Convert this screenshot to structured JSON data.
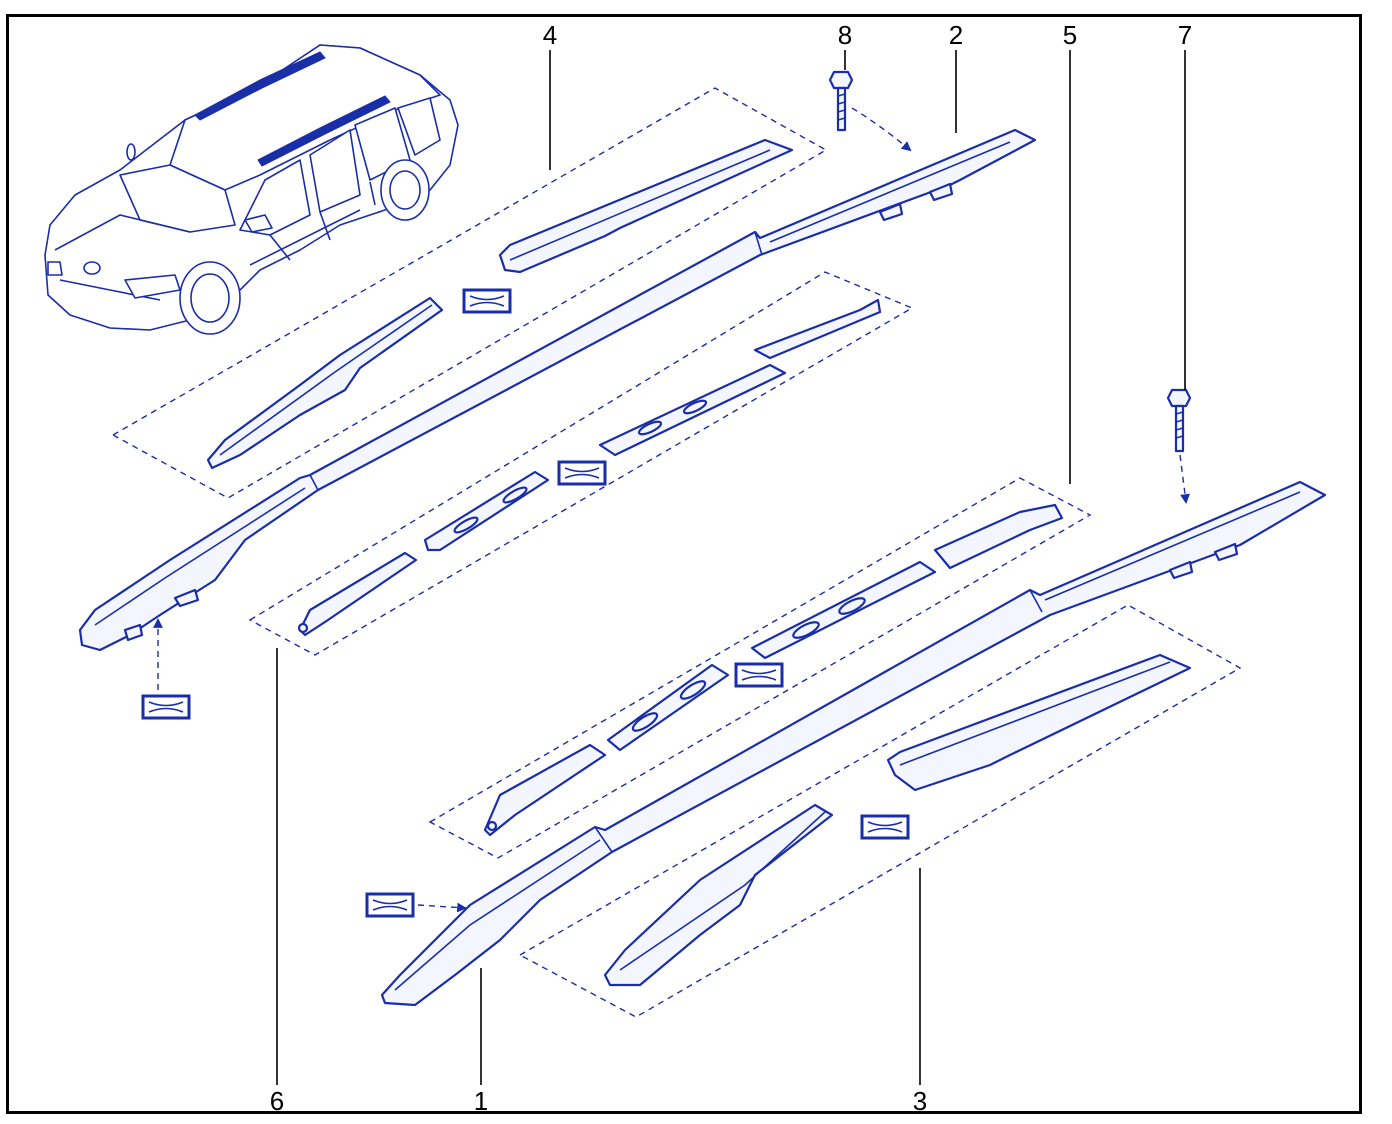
{
  "diagram": {
    "callouts": [
      {
        "id": "callout-1",
        "label": "1"
      },
      {
        "id": "callout-2",
        "label": "2"
      },
      {
        "id": "callout-3",
        "label": "3"
      },
      {
        "id": "callout-4",
        "label": "4"
      },
      {
        "id": "callout-5",
        "label": "5"
      },
      {
        "id": "callout-6",
        "label": "6"
      },
      {
        "id": "callout-7",
        "label": "7"
      },
      {
        "id": "callout-8",
        "label": "8"
      }
    ],
    "colors": {
      "line": "#1a2ea8",
      "frame": "#000000",
      "background": "#ffffff"
    }
  }
}
